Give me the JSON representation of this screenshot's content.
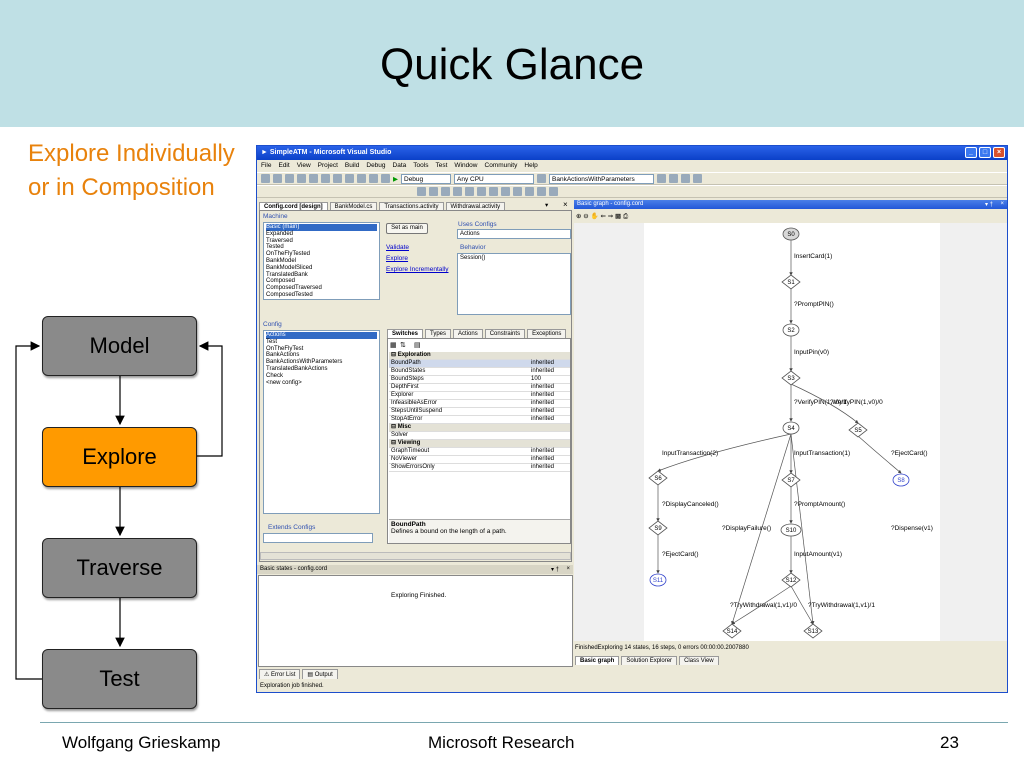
{
  "slide": {
    "title": "Quick Glance",
    "subtitle": "Explore Individually or in Composition",
    "flow": [
      "Model",
      "Explore",
      "Traverse",
      "Test"
    ],
    "footer": {
      "left": "Wolfgang Grieskamp",
      "center": "Microsoft Research",
      "right": "23"
    }
  },
  "colors": {
    "header_bg": "#bfe0e5",
    "subtitle": "#e8820c",
    "explore_box": "#ff9a00",
    "box_gray": "#8a8a8a"
  },
  "vs": {
    "title": "SimpleATM - Microsoft Visual Studio",
    "menu": [
      "File",
      "Edit",
      "View",
      "Project",
      "Build",
      "Debug",
      "Data",
      "Tools",
      "Test",
      "Window",
      "Community",
      "Help"
    ],
    "toolbar": {
      "config": "Debug",
      "platform": "Any CPU",
      "target": "BankActionsWithParameters"
    },
    "doc_tabs": [
      "Config.cord [design]",
      "BankModel.cs",
      "Transactions.activity",
      "Withdrawal.activity"
    ],
    "machine_label": "Machine",
    "machines": [
      "Basic (main)",
      "Expanded",
      "Traversed",
      "Tested",
      "OnTheFlyTested",
      "BankModel",
      "BankModelSliced",
      "TranslatedBank",
      "Composed",
      "ComposedTraversed",
      "ComposedTested"
    ],
    "set_as_main": "Set as main",
    "links": [
      "Validate",
      "Explore",
      "Explore Incrementally"
    ],
    "uses_configs_label": "Uses Configs",
    "uses_configs_value": "Actions",
    "behavior_label": "Behavior",
    "behavior_value": "Session()",
    "config_label": "Config",
    "configs": [
      "Actions",
      "Test",
      "OnTheFlyTest",
      "BankActions",
      "BankActionsWithParameters",
      "TranslatedBankActions",
      "Check",
      "<new config>"
    ],
    "extends_label": "Extends Configs",
    "prop_tabs": [
      "Switches",
      "Types",
      "Actions",
      "Constraints",
      "Exceptions"
    ],
    "properties": [
      {
        "cat": "Exploration"
      },
      {
        "name": "BoundPath",
        "value": "inherited"
      },
      {
        "name": "BoundStates",
        "value": "inherited"
      },
      {
        "name": "BoundSteps",
        "value": "100"
      },
      {
        "name": "DepthFirst",
        "value": "inherited"
      },
      {
        "name": "Explorer",
        "value": "inherited"
      },
      {
        "name": "InfeasibleAsError",
        "value": "inherited"
      },
      {
        "name": "StepsUntilSuspend",
        "value": "inherited"
      },
      {
        "name": "StopAtError",
        "value": "inherited"
      },
      {
        "cat": "Misc"
      },
      {
        "name": "Solver",
        "value": ""
      },
      {
        "cat": "Viewing"
      },
      {
        "name": "GraphTimeout",
        "value": "inherited"
      },
      {
        "name": "NoViewer",
        "value": "inherited"
      },
      {
        "name": "ShowErrorsOnly",
        "value": "inherited"
      }
    ],
    "prop_desc_title": "BoundPath",
    "prop_desc_text": "Defines a bound on the length of a path.",
    "basic_states_title": "Basic states - config.cord",
    "exploring_text": "Exploring Finished.",
    "bottom_tabs": [
      "Error List",
      "Output"
    ],
    "status_bar": "Exploration job finished.",
    "graph_title": "Basic graph - config.cord",
    "graph_status": "FinishedExploring   14 states, 16 steps, 0 errors   00:00:00.2007880",
    "graph_tabs": [
      "Basic graph",
      "Solution Explorer",
      "Class View"
    ],
    "graph": {
      "nodes": [
        "S0",
        "S1",
        "S2",
        "S3",
        "S4",
        "S5",
        "S6",
        "S7",
        "S8",
        "S9",
        "S10",
        "S11",
        "S12",
        "S13",
        "S14"
      ],
      "edges": [
        "InsertCard(1)",
        "?PromptPIN()",
        "InputPin(v0)",
        "?VerifyPIN(1,v0)/1",
        "?VerifyPIN(1,v0)/0",
        "?EjectCard()",
        "InputTransaction(2)",
        "InputTransaction(1)",
        "?DisplayCanceled()",
        "?PromptAmount()",
        "?DisplayFailure()",
        "?EjectCard()",
        "InputAmount(v1)",
        "?Dispense(v1)",
        "?TryWithdrawal(1,v1)/0",
        "?TryWithdrawal(1,v1)/1"
      ]
    }
  }
}
